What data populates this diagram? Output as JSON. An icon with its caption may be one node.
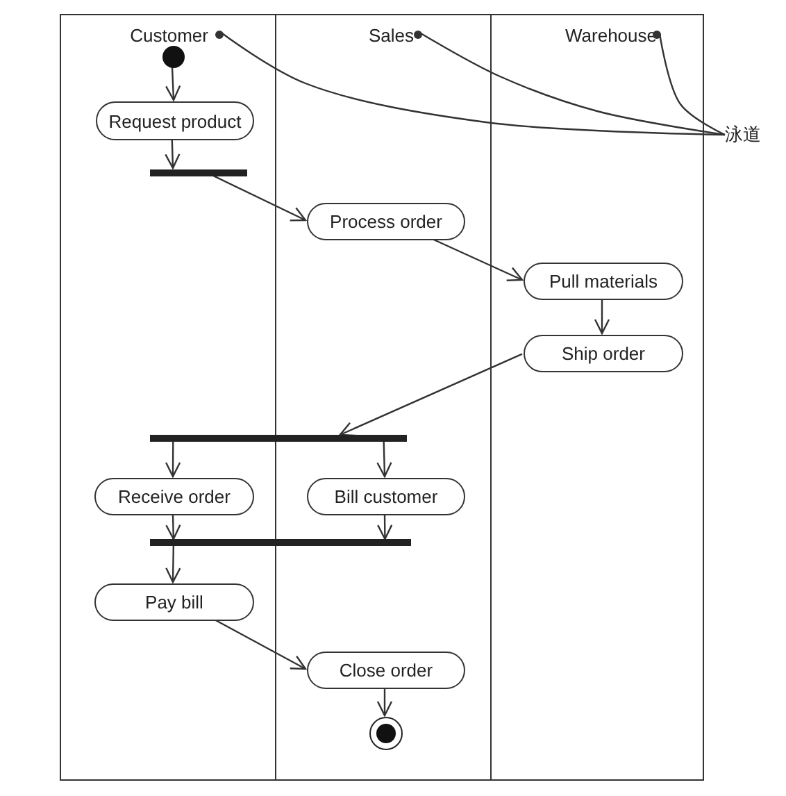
{
  "diagram": {
    "nodes": [
      {
        "text": [
          "Customer"
        ]
      },
      {
        "text": [],
        "shape": "circle",
        "in": 0
      },
      {
        "text": [
          "Sales"
        ]
      },
      {
        "text": [],
        "shape": "circle",
        "in": 2
      },
      {
        "text": [
          "Warehouse"
        ]
      },
      {
        "text": [],
        "shape": "circle",
        "in": 4
      },
      {
        "text": [
          "泳道"
        ]
      },
      {
        "text": [],
        "shape": "circle",
        "in": 0
      },
      {
        "text": [
          "Request product"
        ],
        "in": 0
      },
      {
        "text": [],
        "shape": "bar",
        "in": 0
      },
      {
        "text": [
          "Process order"
        ],
        "in": 2
      },
      {
        "text": [
          "Pull materials"
        ],
        "in": 4
      },
      {
        "text": [
          "Ship order"
        ],
        "in": 4
      },
      {
        "text": [],
        "shape": "bar"
      },
      {
        "text": [
          "Receive order"
        ],
        "in": 0
      },
      {
        "text": [
          "Bill customer"
        ],
        "in": 2
      },
      {
        "text": [],
        "shape": "bar"
      },
      {
        "text": [
          "Pay bill"
        ],
        "in": 0
      },
      {
        "text": [
          "Close order"
        ],
        "in": 2
      },
      {
        "text": [],
        "shape": "circle",
        "in": 2
      }
    ],
    "edges": [
      {
        "from": 6,
        "to": 1,
        "arrow": "none"
      },
      {
        "from": 6,
        "to": 3,
        "arrow": "none"
      },
      {
        "from": 6,
        "to": 5,
        "arrow": "none"
      },
      {
        "from": 7,
        "to": 8,
        "arrow": "to"
      },
      {
        "from": 8,
        "to": 9,
        "arrow": "to"
      },
      {
        "from": 9,
        "to": 10,
        "arrow": "to"
      },
      {
        "from": 10,
        "to": 11,
        "arrow": "to"
      },
      {
        "from": 11,
        "to": 12,
        "arrow": "to"
      },
      {
        "from": 12,
        "to": 13,
        "arrow": "to"
      },
      {
        "from": 13,
        "to": 14,
        "arrow": "to"
      },
      {
        "from": 13,
        "to": 15,
        "arrow": "to"
      },
      {
        "from": 14,
        "to": 16,
        "arrow": "to"
      },
      {
        "from": 15,
        "to": 16,
        "arrow": "to"
      },
      {
        "from": 16,
        "to": 17,
        "arrow": "to"
      },
      {
        "from": 17,
        "to": 18,
        "arrow": "to"
      },
      {
        "from": 18,
        "to": 19,
        "arrow": "to"
      }
    ]
  }
}
